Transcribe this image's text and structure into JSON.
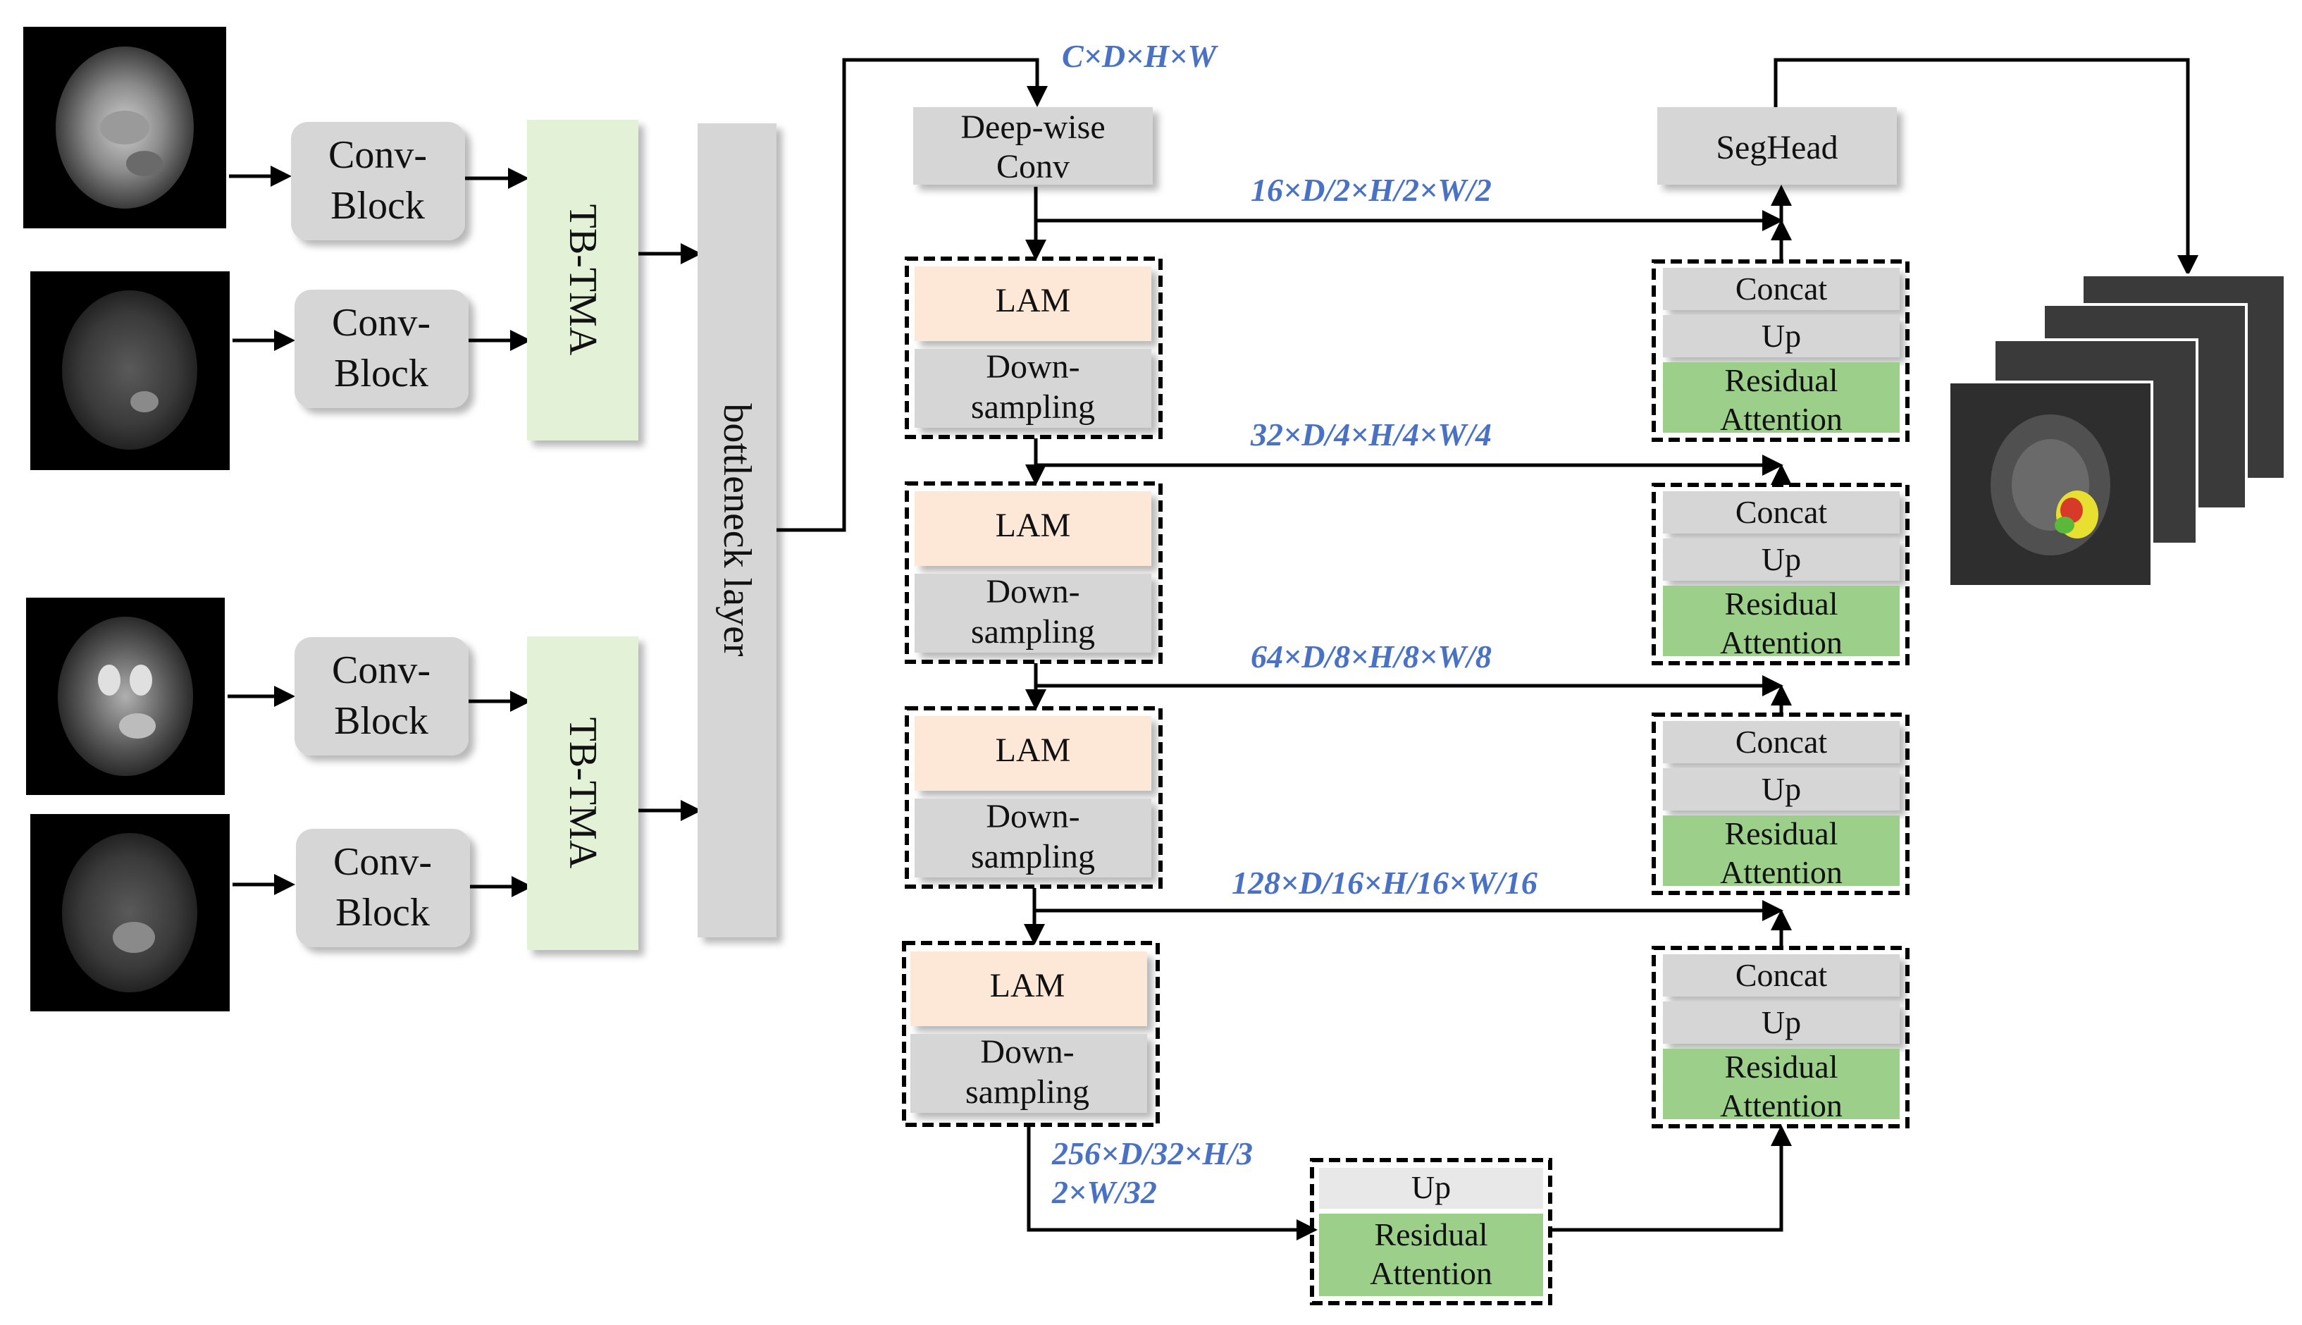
{
  "nodes": {
    "conv_top": "Conv-",
    "conv_bottom": "Block",
    "tbtma": "TB-TMA",
    "bottleneck": "bottleneck layer",
    "deepwise_top": "Deep-wise",
    "deepwise_bottom": "Conv",
    "lam": "LAM",
    "down_top": "Down-",
    "down_bottom": "sampling",
    "concat": "Concat",
    "up": "Up",
    "res_top": "Residual",
    "res_bottom": "Attention",
    "seghead": "SegHead"
  },
  "dims": {
    "d0": "C×D×H×W",
    "d1": "16×D/2×H/2×W/2",
    "d2": "32×D/4×H/4×W/4",
    "d3": "64×D/8×H/8×W/8",
    "d4": "128×D/16×H/16×W/16",
    "d5_line1": "256×D/32×H/3",
    "d5_line2": "2×W/32"
  },
  "colors": {
    "lam": "#fde8d8",
    "tbtma": "#e3f1d6",
    "residual_attention": "#9cd08a",
    "gray_block": "#d6d6d6",
    "dimension_label": "#4a72c4"
  }
}
